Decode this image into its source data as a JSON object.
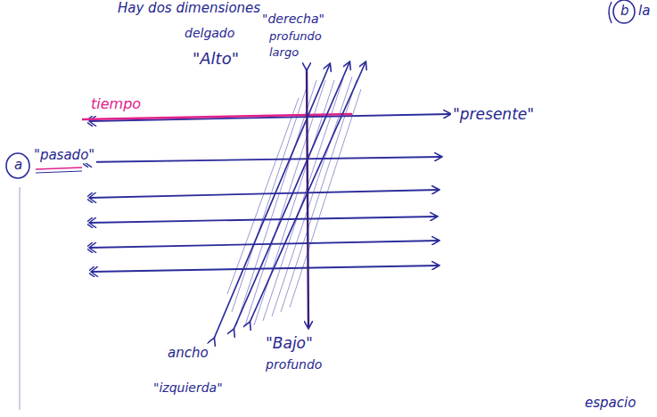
{
  "diagram": {
    "labels": [
      "Hay dos dimensiones",
      "b",
      "la",
      "delgado",
      "\"Alto\"",
      "\"derecha\"",
      "profundo",
      "largo",
      "tiempo",
      "\"presente\"",
      "a",
      "\"pasado\"",
      "ancho",
      "\"izquierda\"",
      "\"Bajo\"",
      "profundo",
      "espacio"
    ]
  }
}
